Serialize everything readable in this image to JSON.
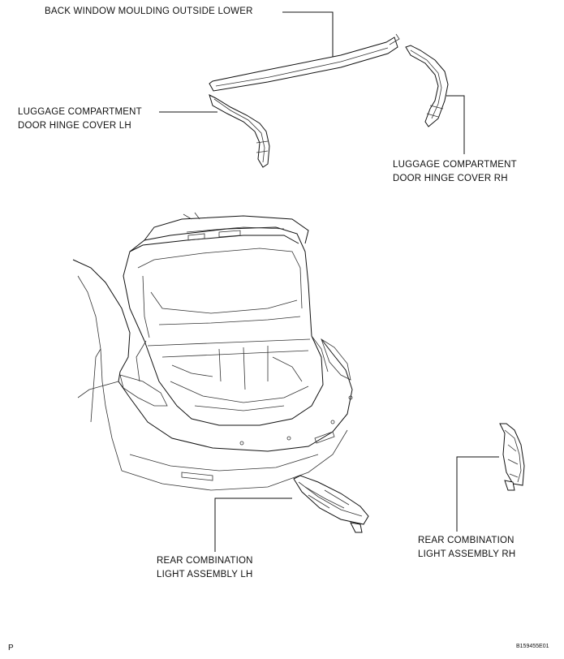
{
  "labels": {
    "back_window_moulding": "BACK WINDOW MOULDING OUTSIDE LOWER",
    "hinge_cover_lh": [
      "LUGGAGE COMPARTMENT",
      "DOOR HINGE COVER LH"
    ],
    "hinge_cover_rh": [
      "LUGGAGE COMPARTMENT",
      "DOOR HINGE COVER RH"
    ],
    "rear_light_lh": [
      "REAR COMBINATION",
      "LIGHT ASSEMBLY LH"
    ],
    "rear_light_rh": [
      "REAR COMBINATION",
      "LIGHT ASSEMBLY RH"
    ]
  },
  "page_marker": "P",
  "figure_id": "B159455E01"
}
